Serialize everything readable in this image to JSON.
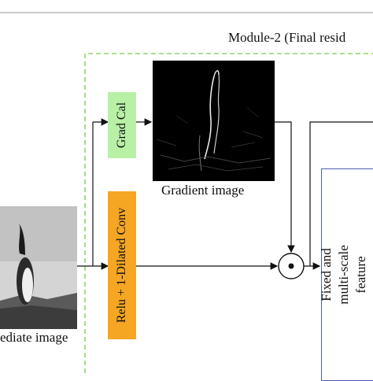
{
  "module_title": "Module-2 (Final resid",
  "grad_cal_label": "Grad Cal",
  "relu_label": "Relu + 1-Dilated Conv",
  "gradient_caption": "Gradient image",
  "intermediate_caption": "ediate image",
  "feature_box_label": "Fixed and multi-scale feature extraction",
  "operator_symbol": "⊙",
  "colors": {
    "grad_cal_fill": "#b8f0a6",
    "relu_fill": "#f5a623",
    "module_border": "#8fd06f",
    "feature_border": "#4a5fb0"
  }
}
